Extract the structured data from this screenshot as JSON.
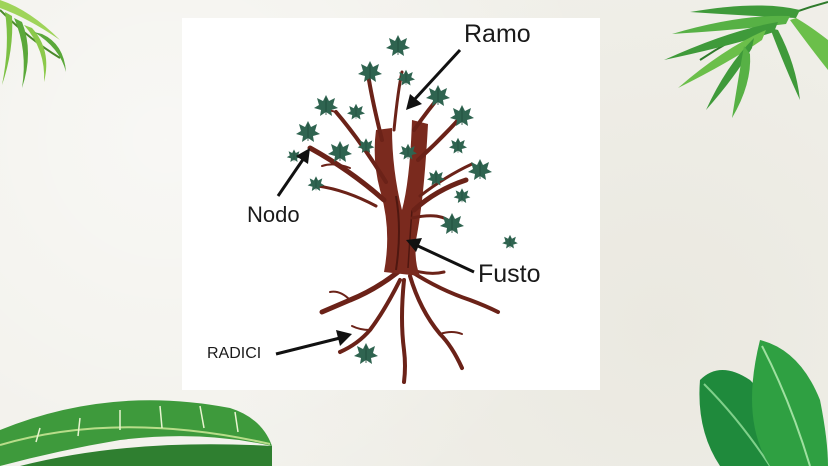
{
  "labels": {
    "ramo": "Ramo",
    "nodo": "Nodo",
    "fusto": "Fusto",
    "radici": "RADICI"
  },
  "colors": {
    "background": "#f1f0ea",
    "panel": "#ffffff",
    "trunk": "#7a2a1e",
    "trunk_dark": "#4e1710",
    "leaf": "#2f6450",
    "palm_leaf": "#3f9a3a",
    "arrow": "#111111"
  },
  "icons": [
    "maple-leaf-icon",
    "palm-frond-icon",
    "tropical-leaf-icon"
  ]
}
